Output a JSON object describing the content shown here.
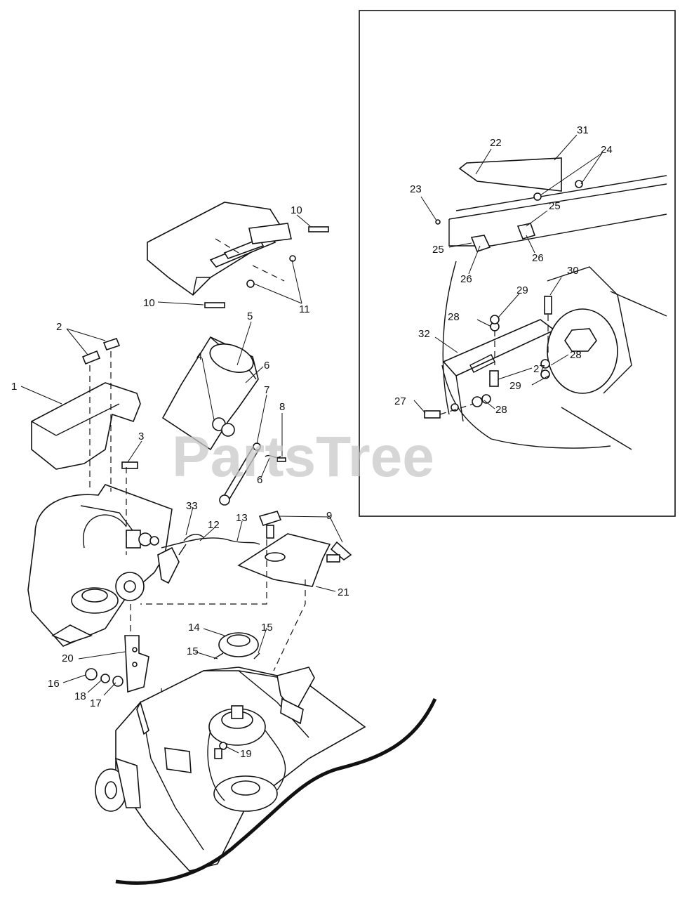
{
  "watermark": "PartsTree",
  "callouts": {
    "c1": "1",
    "c2": "2",
    "c3": "3",
    "c4": "4",
    "c5": "5",
    "c6a": "6",
    "c6b": "6",
    "c7": "7",
    "c8": "8",
    "c9": "9",
    "c10a": "10",
    "c10b": "10",
    "c11": "11",
    "c12": "12",
    "c13": "13",
    "c14": "14",
    "c15a": "15",
    "c15b": "15",
    "c16": "16",
    "c17": "17",
    "c18": "18",
    "c19": "19",
    "c20": "20",
    "c21": "21",
    "c22": "22",
    "c23": "23",
    "c24": "24",
    "c25a": "25",
    "c25b": "25",
    "c26a": "26",
    "c26b": "26",
    "c27a": "27",
    "c27b": "27",
    "c28a": "28",
    "c28b": "28",
    "c28c": "28",
    "c29a": "29",
    "c29b": "29",
    "c30": "30",
    "c31": "31",
    "c32": "32",
    "c33": "33"
  }
}
